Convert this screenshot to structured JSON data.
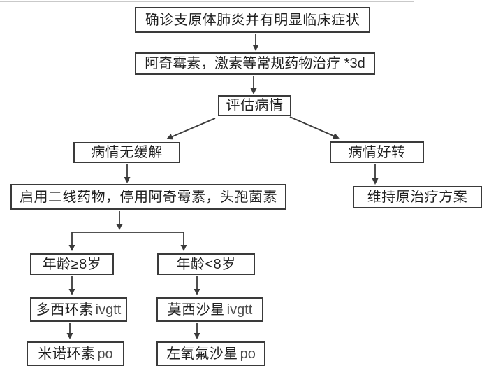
{
  "diagram": {
    "title_hint": "mycoplasma-pneumonia-treatment-flowchart",
    "colors": {
      "background": "#ffffff",
      "line": "#3a3a3a",
      "box_border": "#3a3a3a",
      "text": "#1f1f1f",
      "route_text": "#4d4d4d",
      "top_rule": "#c9c9c9"
    },
    "nodes": [
      {
        "id": "confirm",
        "text": "确诊支原体肺炎并有明显临床症状"
      },
      {
        "id": "conventional",
        "text": "阿奇霉素，激素等常规药物治疗 *3d"
      },
      {
        "id": "assess",
        "text": "评估病情"
      },
      {
        "id": "no_relief",
        "text": "病情无缓解"
      },
      {
        "id": "improved",
        "text": "病情好转"
      },
      {
        "id": "second_line",
        "text": "启用二线药物，停用阿奇霉素，头孢菌素"
      },
      {
        "id": "maintain",
        "text": "维持原治疗方案"
      },
      {
        "id": "age_ge8",
        "text": "年龄≥8岁"
      },
      {
        "id": "age_lt8",
        "text": "年龄<8岁"
      },
      {
        "id": "doxycycline",
        "text": "多西环素",
        "route": "ivgtt"
      },
      {
        "id": "moxifloxacin",
        "text": "莫西沙星",
        "route": "ivgtt"
      },
      {
        "id": "minocycline",
        "text": "米诺环素",
        "route": "po"
      },
      {
        "id": "levofloxacin",
        "text": "左氧氟沙星",
        "route": "po"
      }
    ],
    "edges": [
      {
        "from": "confirm",
        "to": "conventional"
      },
      {
        "from": "conventional",
        "to": "assess"
      },
      {
        "from": "assess",
        "to": "no_relief"
      },
      {
        "from": "assess",
        "to": "improved"
      },
      {
        "from": "no_relief",
        "to": "second_line"
      },
      {
        "from": "improved",
        "to": "maintain"
      },
      {
        "from": "second_line",
        "to": "age_ge8"
      },
      {
        "from": "second_line",
        "to": "age_lt8"
      },
      {
        "from": "age_ge8",
        "to": "doxycycline"
      },
      {
        "from": "age_lt8",
        "to": "moxifloxacin"
      },
      {
        "from": "doxycycline",
        "to": "minocycline"
      },
      {
        "from": "moxifloxacin",
        "to": "levofloxacin"
      }
    ]
  }
}
